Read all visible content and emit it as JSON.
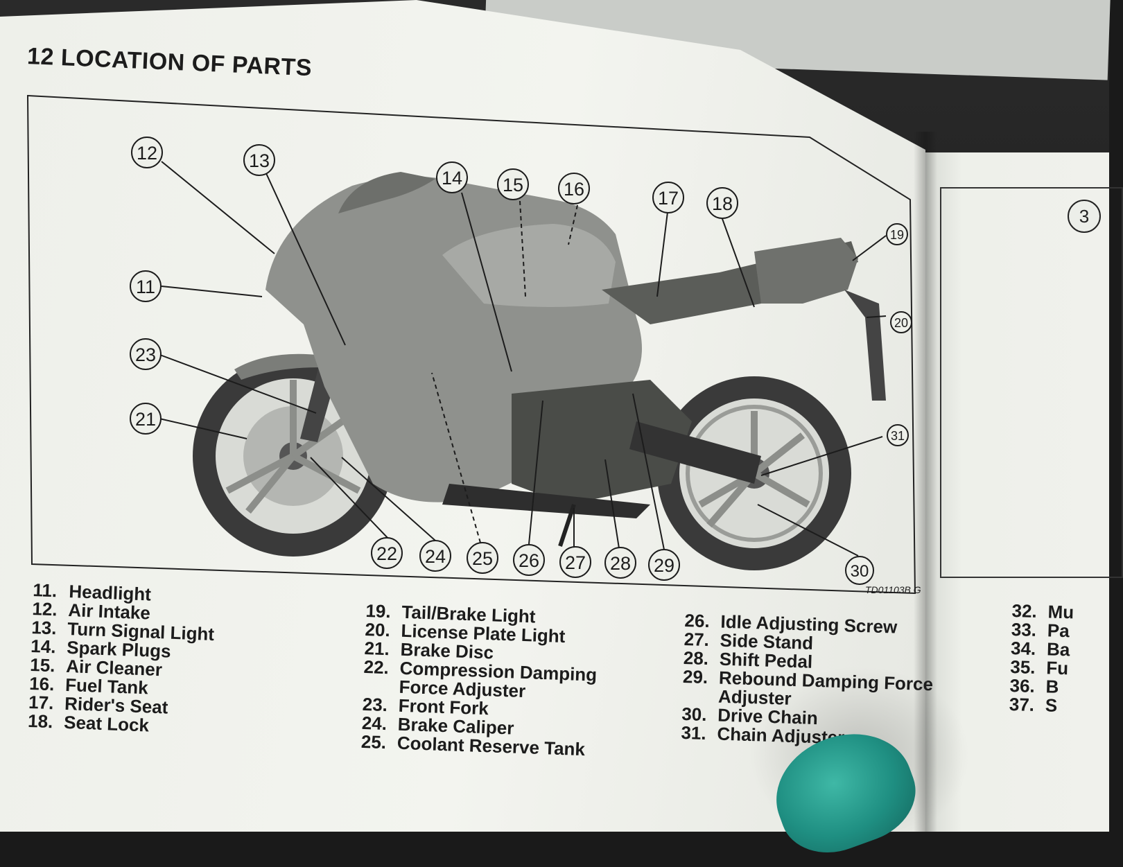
{
  "page": {
    "title": "12 LOCATION OF PARTS"
  },
  "diagram": {
    "figure_code": "TD01103B   G",
    "subject_icon": "motorcycle-side-view",
    "callouts": [
      "11",
      "12",
      "13",
      "14",
      "15",
      "16",
      "17",
      "18",
      "19",
      "20",
      "21",
      "22",
      "23",
      "24",
      "25",
      "26",
      "27",
      "28",
      "29",
      "30",
      "31"
    ]
  },
  "legend": {
    "col1": [
      {
        "num": "11.",
        "label": "Headlight"
      },
      {
        "num": "12.",
        "label": "Air Intake"
      },
      {
        "num": "13.",
        "label": "Turn Signal Light"
      },
      {
        "num": "14.",
        "label": "Spark Plugs"
      },
      {
        "num": "15.",
        "label": "Air Cleaner"
      },
      {
        "num": "16.",
        "label": "Fuel Tank"
      },
      {
        "num": "17.",
        "label": "Rider's Seat"
      },
      {
        "num": "18.",
        "label": "Seat Lock"
      }
    ],
    "col2": [
      {
        "num": "19.",
        "label": "Tail/Brake Light"
      },
      {
        "num": "20.",
        "label": "License Plate Light"
      },
      {
        "num": "21.",
        "label": "Brake Disc"
      },
      {
        "num": "22.",
        "label": "Compression Damping",
        "cont": "Force Adjuster"
      },
      {
        "num": "23.",
        "label": "Front Fork"
      },
      {
        "num": "24.",
        "label": "Brake Caliper"
      },
      {
        "num": "25.",
        "label": "Coolant Reserve Tank"
      }
    ],
    "col3": [
      {
        "num": "26.",
        "label": "Idle Adjusting Screw"
      },
      {
        "num": "27.",
        "label": "Side Stand"
      },
      {
        "num": "28.",
        "label": "Shift Pedal"
      },
      {
        "num": "29.",
        "label": "Rebound Damping Force",
        "cont": "Adjuster"
      },
      {
        "num": "30.",
        "label": "Drive Chain"
      },
      {
        "num": "31.",
        "label": "Chain Adjuster"
      }
    ],
    "col4": [
      {
        "num": "32.",
        "label": "Mu"
      },
      {
        "num": "33.",
        "label": "Pa"
      },
      {
        "num": "34.",
        "label": "Ba"
      },
      {
        "num": "35.",
        "label": "Fu"
      },
      {
        "num": "36.",
        "label": "B"
      },
      {
        "num": "37.",
        "label": "S"
      }
    ]
  },
  "right_page": {
    "callout": "3"
  }
}
